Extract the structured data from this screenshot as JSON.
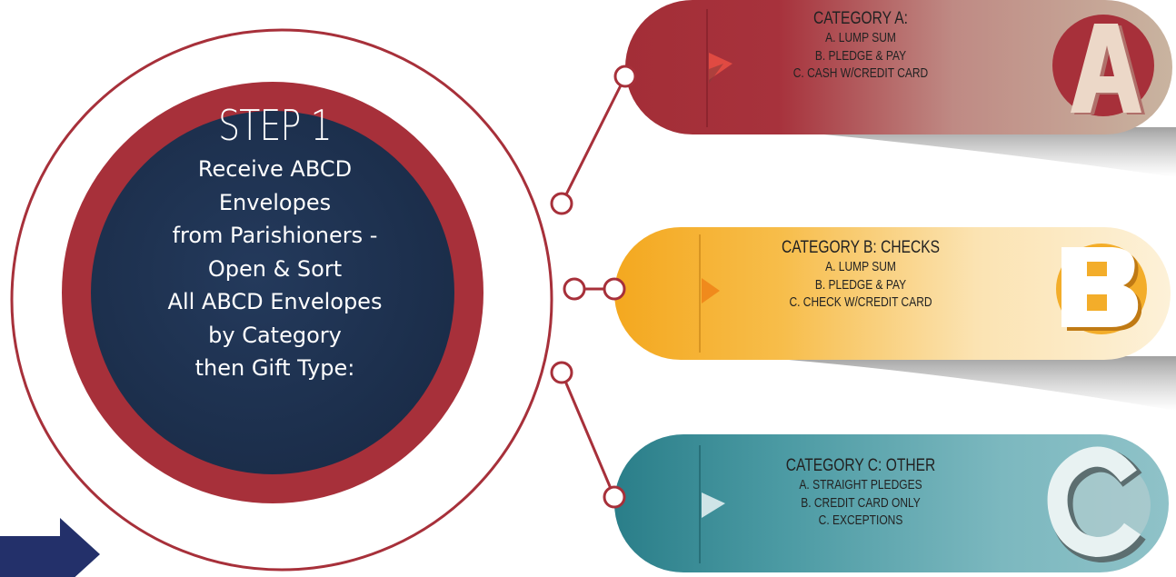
{
  "step": {
    "title": "STEP 1",
    "lines": [
      "Receive ABCD",
      "Envelopes",
      "from Parishioners -",
      "Open & Sort",
      "All ABCD Envelopes",
      "by Category",
      "then Gift Type:"
    ]
  },
  "categories": [
    {
      "title": "CATEGORY A:",
      "items": [
        "A. LUMP SUM",
        "B. PLEDGE & PAY",
        "C. CASH W/CREDIT CARD"
      ],
      "letter": "A",
      "icon": "letter-a-icon",
      "color": "#a7303a"
    },
    {
      "title": "CATEGORY B: CHECKS",
      "items": [
        "A. LUMP SUM",
        "B. PLEDGE & PAY",
        "C. CHECK W/CREDIT CARD"
      ],
      "letter": "B",
      "icon": "letter-b-icon",
      "color": "#f3ad2a"
    },
    {
      "title": "CATEGORY C: OTHER",
      "items": [
        "A. STRAIGHT PLEDGES",
        "B. CREDIT CARD ONLY",
        "C. EXCEPTIONS"
      ],
      "letter": "C",
      "icon": "letter-c-icon",
      "color": "#3a8f98"
    }
  ],
  "colors": {
    "ring": "#a7303a",
    "center": "#1f3150",
    "arrow": "#23306a"
  }
}
